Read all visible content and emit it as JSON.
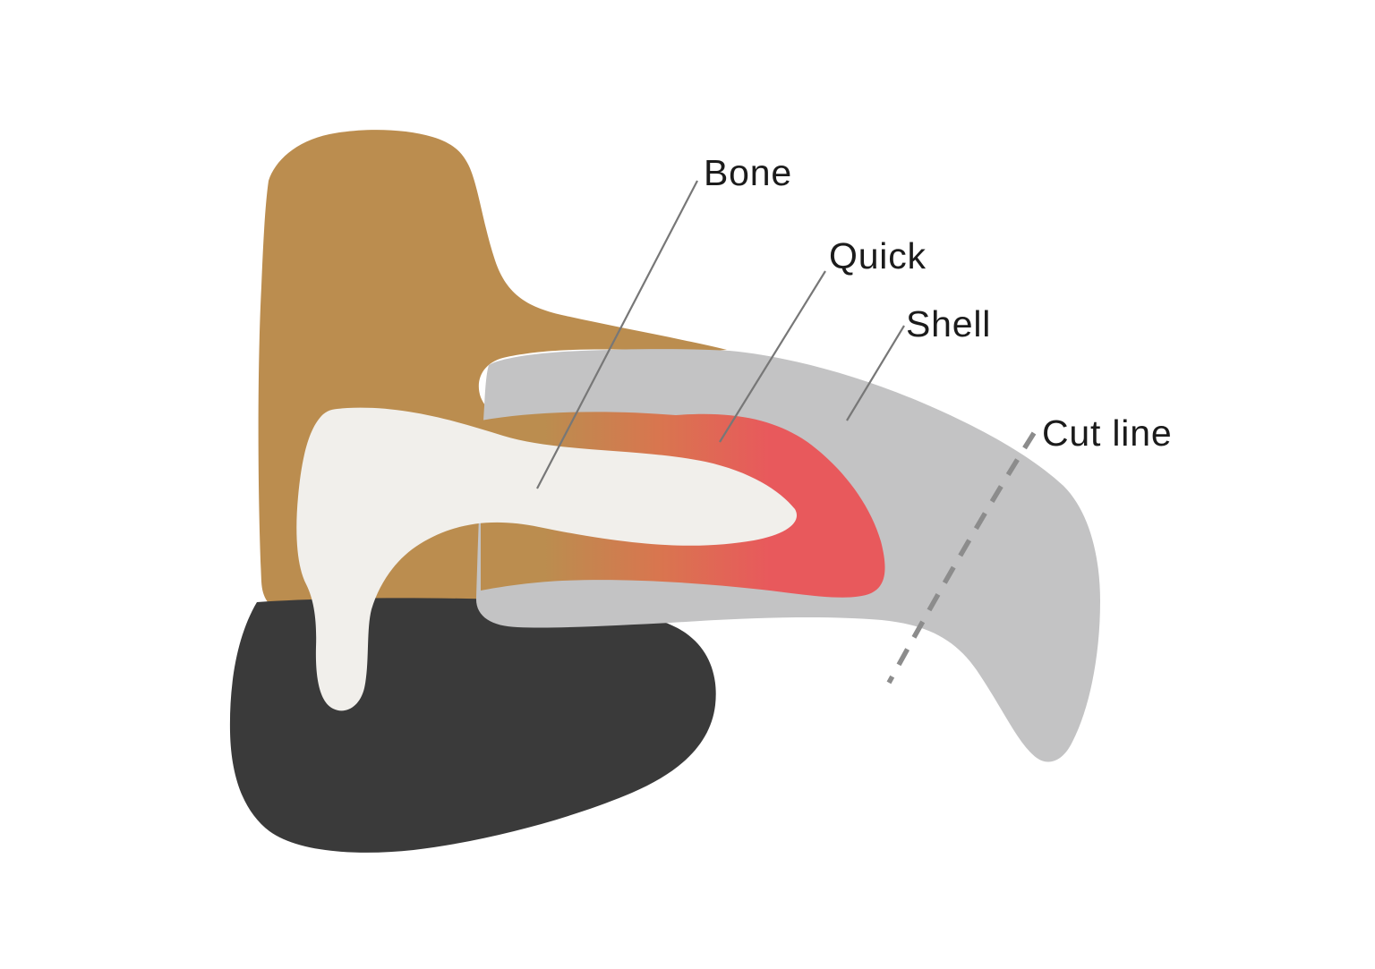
{
  "labels": {
    "bone": "Bone",
    "quick": "Quick",
    "shell": "Shell",
    "cut_line": "Cut line"
  },
  "colors": {
    "background": "#ffffff",
    "tissue": "#bb8d4f",
    "paw_pad": "#3a3a3a",
    "shell": "#c3c3c4",
    "quick": "#e8595c",
    "quick_mid": "#d9754f",
    "quick_blend": "#bb8d4f",
    "bone": "#f1efeb",
    "label_text": "#1b1b1b",
    "leader_line": "#777777",
    "cut_line": "#8c8c8c"
  }
}
